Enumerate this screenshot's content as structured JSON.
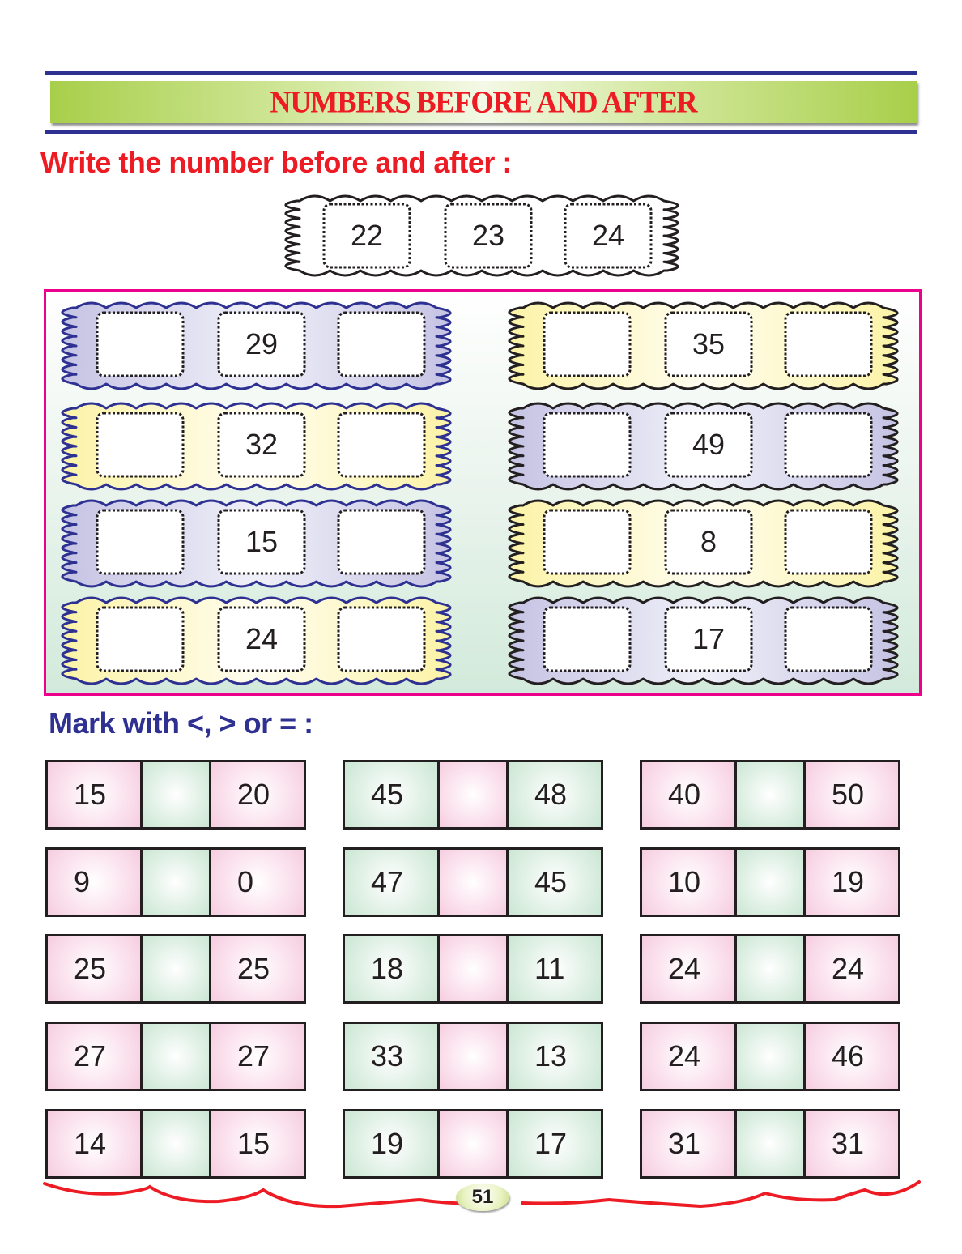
{
  "header": {
    "title": "NUMBERS BEFORE AND AFTER"
  },
  "colors": {
    "title_red": "#ed1c24",
    "heading_blue": "#2e3192",
    "panel_border": "#ec008c",
    "lavender": "#c5c3e3",
    "yellow": "#fbf3a6",
    "pink_cell": "#f5cde0",
    "green_cell": "#cbe6d4"
  },
  "section1": {
    "instruction": "Write the number before and after :",
    "example": {
      "before": "22",
      "number": "23",
      "after": "24"
    },
    "left_column": [
      {
        "before": "",
        "number": "29",
        "after": "",
        "color": "lavender"
      },
      {
        "before": "",
        "number": "32",
        "after": "",
        "color": "yellow"
      },
      {
        "before": "",
        "number": "15",
        "after": "",
        "color": "lavender"
      },
      {
        "before": "",
        "number": "24",
        "after": "",
        "color": "yellow"
      }
    ],
    "right_column": [
      {
        "before": "",
        "number": "35",
        "after": "",
        "color": "yellow"
      },
      {
        "before": "",
        "number": "49",
        "after": "",
        "color": "lavender"
      },
      {
        "before": "",
        "number": "8",
        "after": "",
        "color": "yellow"
      },
      {
        "before": "",
        "number": "17",
        "after": "",
        "color": "lavender"
      }
    ]
  },
  "section2": {
    "instruction": "Mark with <, > or = :",
    "columns": [
      {
        "scheme": "pink-green-pink",
        "rows": [
          {
            "left": "15",
            "sign": "",
            "right": "20"
          },
          {
            "left": "9",
            "sign": "",
            "right": "0"
          },
          {
            "left": "25",
            "sign": "",
            "right": "25"
          },
          {
            "left": "27",
            "sign": "",
            "right": "27"
          },
          {
            "left": "14",
            "sign": "",
            "right": "15"
          }
        ]
      },
      {
        "scheme": "green-pink-green",
        "rows": [
          {
            "left": "45",
            "sign": "",
            "right": "48"
          },
          {
            "left": "47",
            "sign": "",
            "right": "45"
          },
          {
            "left": "18",
            "sign": "",
            "right": "11"
          },
          {
            "left": "33",
            "sign": "",
            "right": "13"
          },
          {
            "left": "19",
            "sign": "",
            "right": "17"
          }
        ]
      },
      {
        "scheme": "pink-green-pink",
        "rows": [
          {
            "left": "40",
            "sign": "",
            "right": "50"
          },
          {
            "left": "10",
            "sign": "",
            "right": "19"
          },
          {
            "left": "24",
            "sign": "",
            "right": "24"
          },
          {
            "left": "24",
            "sign": "",
            "right": "46"
          },
          {
            "left": "31",
            "sign": "",
            "right": "31"
          }
        ]
      }
    ]
  },
  "footer": {
    "page_number": "51"
  }
}
